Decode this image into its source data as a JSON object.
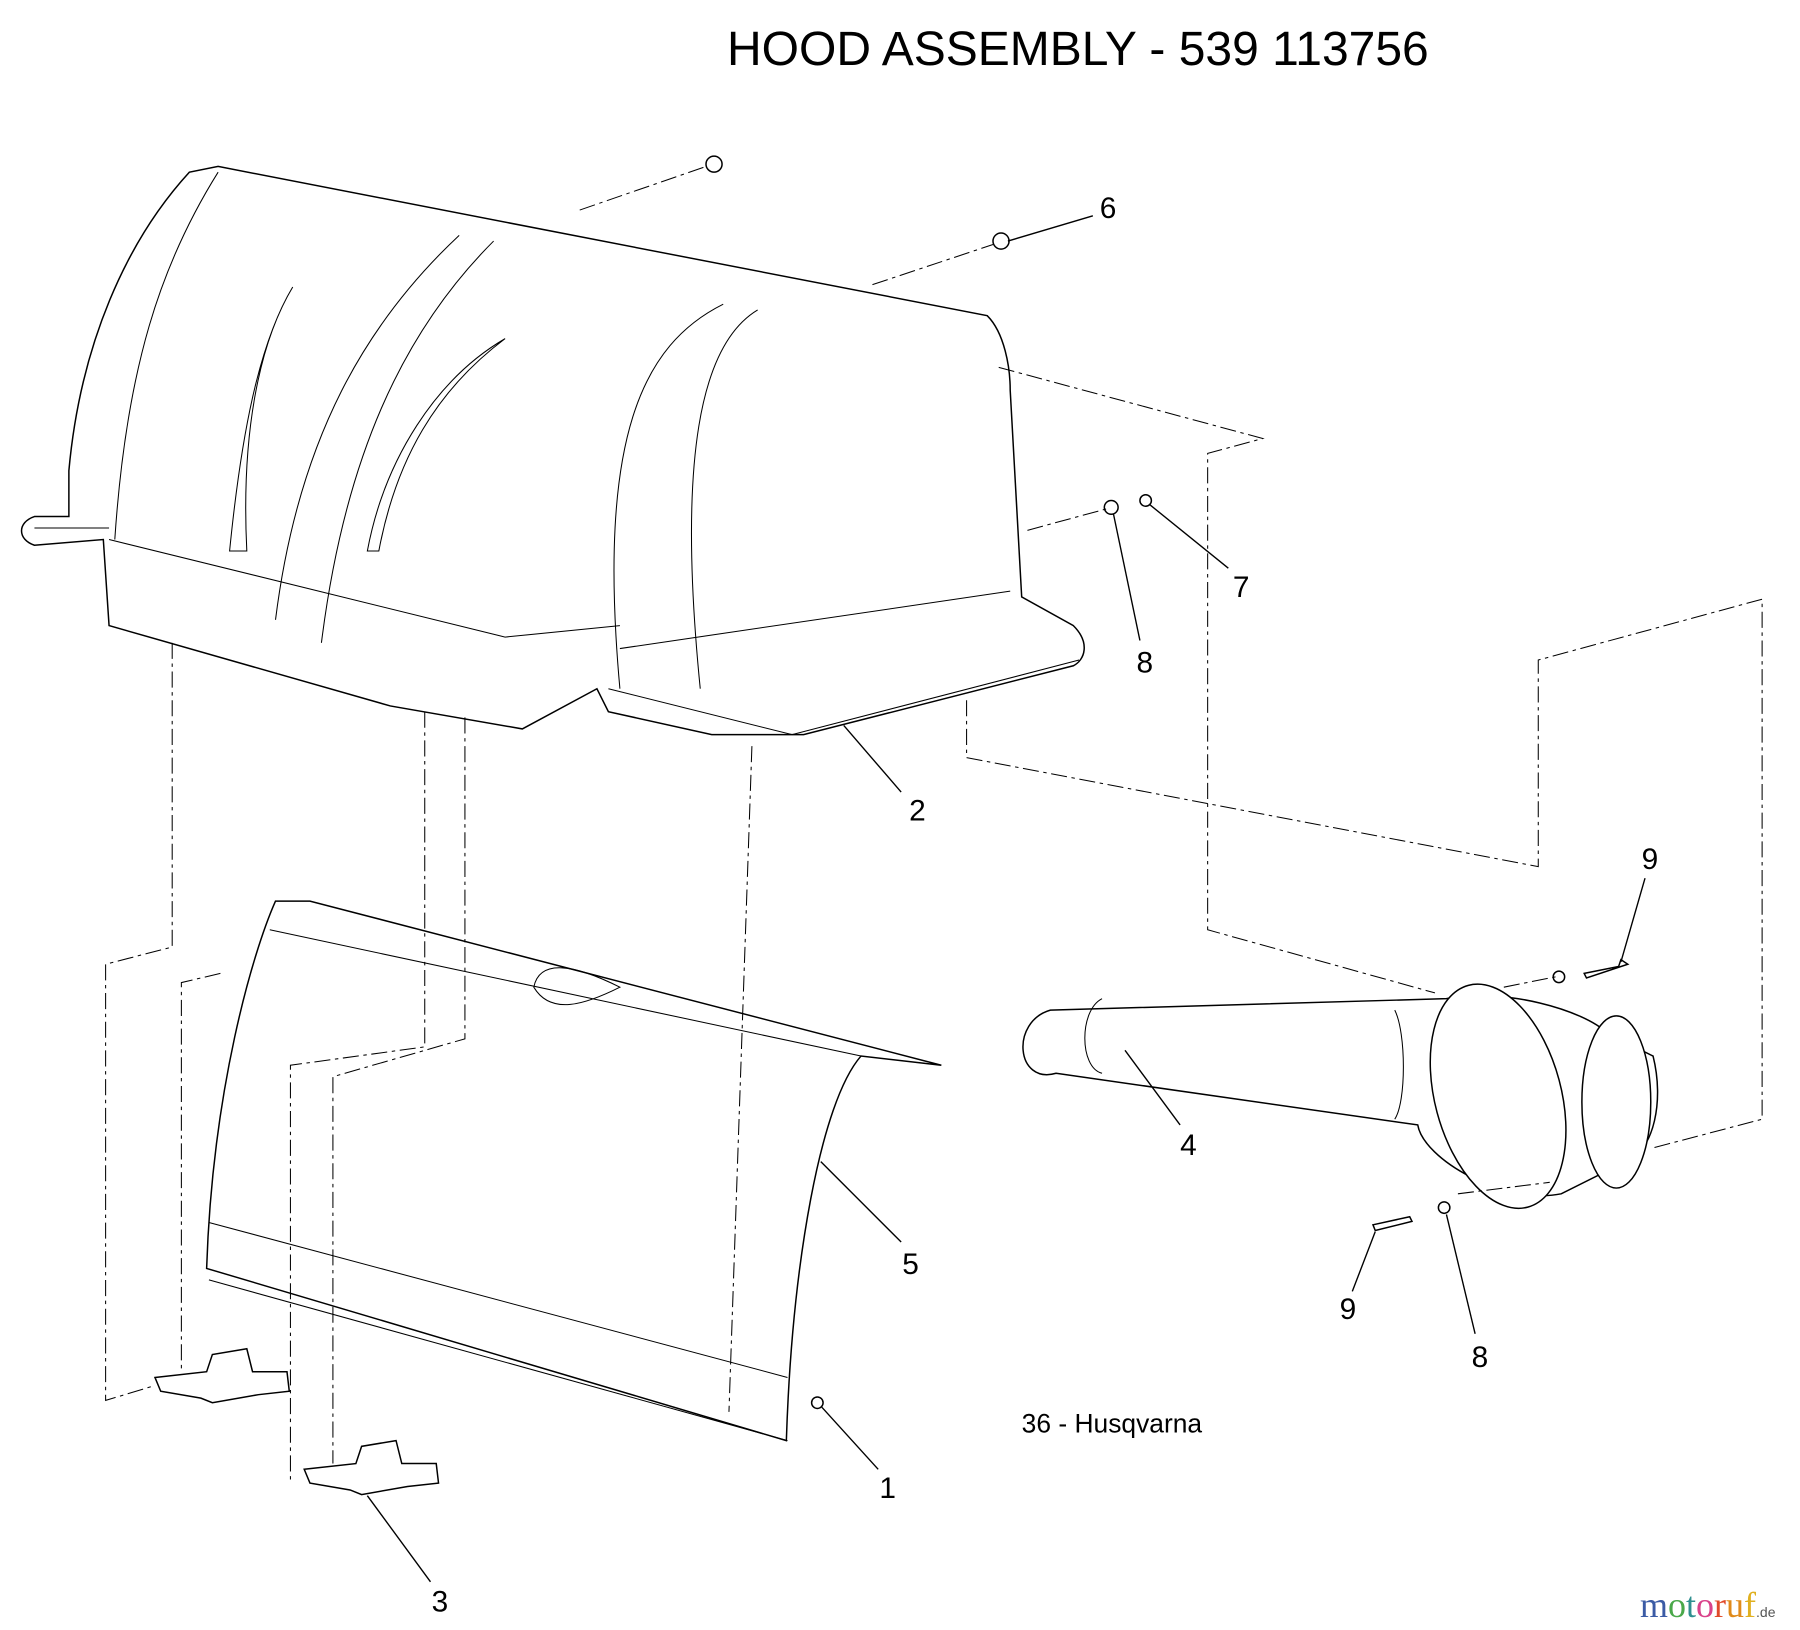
{
  "title": "HOOD ASSEMBLY - 539 113756",
  "caption": "36 - Husqvarna",
  "callouts": {
    "c1": "1",
    "c2": "2",
    "c3": "3",
    "c4": "4",
    "c5": "5",
    "c6": "6",
    "c7": "7",
    "c8a": "8",
    "c8b": "8",
    "c9a": "9",
    "c9b": "9"
  },
  "watermark": {
    "letters": [
      "m",
      "o",
      "t",
      "o",
      "r",
      "u",
      "f"
    ],
    "suffix": ".de",
    "colors": [
      "#3b5ba5",
      "#4aa84a",
      "#2f8f8f",
      "#d9428a",
      "#e04a2a",
      "#e08a1a",
      "#e0b020"
    ]
  }
}
